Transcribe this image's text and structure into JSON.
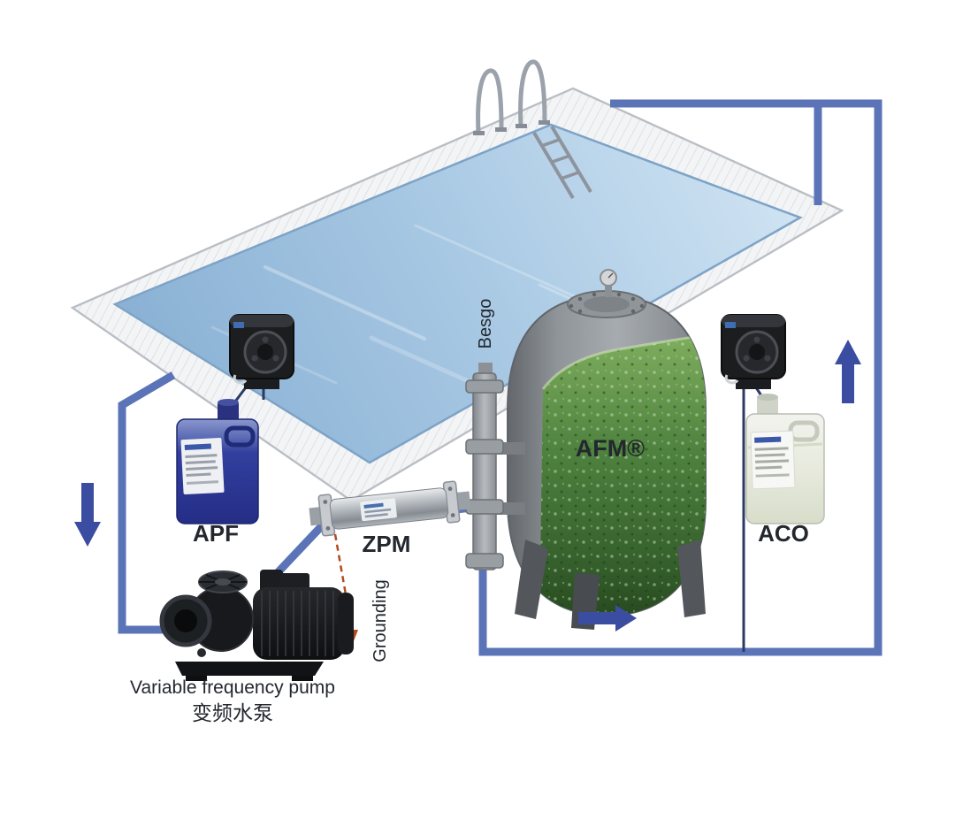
{
  "diagram": {
    "labels": {
      "apf": "APF",
      "zpm": "ZPM",
      "afm": "AFM®",
      "aco": "ACO",
      "besgo": "Besgo",
      "grounding": "Grounding",
      "pump_en": "Variable frequency pump",
      "pump_zh": "变频水泵"
    },
    "colors": {
      "pipe": "#5b74b8",
      "flow_arrow": "#3b4da0",
      "grounding_line": "#b54a1c",
      "pool_water": "#9dc0de",
      "filter_media_green": "#4c7d3c",
      "apf_liquid": "#2e3d96",
      "label_text": "#23272e"
    },
    "components": [
      "swimming-pool",
      "apf-dosing-pump",
      "apf-container",
      "variable-frequency-pump",
      "zpm-static-mixer",
      "besgo-valve",
      "afm-filter-vessel",
      "aco-dosing-pump",
      "aco-container"
    ]
  }
}
